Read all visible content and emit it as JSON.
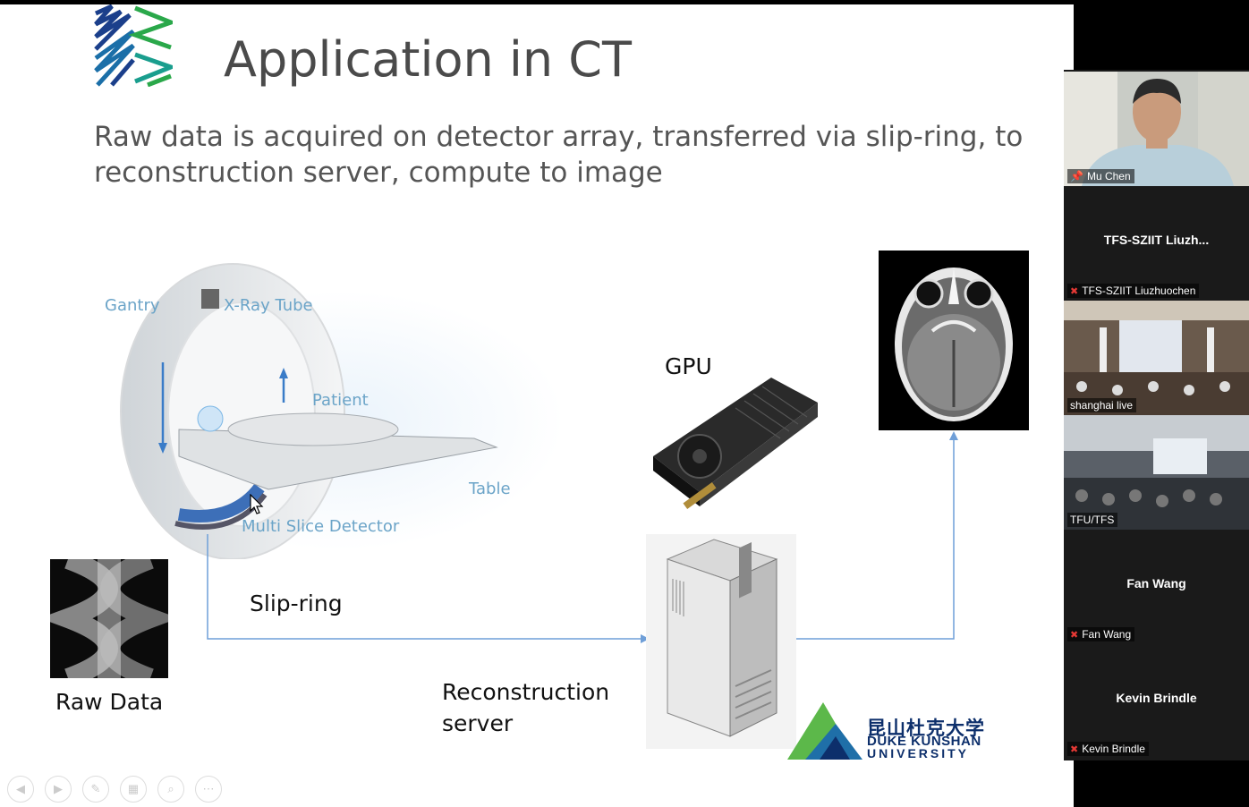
{
  "slide": {
    "title": "Application in CT",
    "subtitle": "Raw data is acquired on detector array, transferred via slip-ring, to reconstruction server, compute to image",
    "diagram": {
      "gantry": "Gantry",
      "xray_tube": "X-Ray Tube",
      "patient": "Patient",
      "table": "Table",
      "detector": "Multi Slice Detector",
      "slip_ring": "Slip-ring",
      "gpu": "GPU",
      "raw_data": "Raw Data",
      "recon_line1": "Reconstruction",
      "recon_line2": "server"
    },
    "logo": {
      "cn": "昆山杜克大学",
      "en1": "DUKE KUNSHAN",
      "en2": "UNIVERSITY"
    }
  },
  "participants": [
    {
      "name": "Mu Chen",
      "type": "video",
      "pinned": true,
      "active": true
    },
    {
      "name": "TFS-SZIIT Liuzhuochen",
      "display": "TFS-SZIIT  Liuzh...",
      "type": "name",
      "muted": true
    },
    {
      "name": "shanghai live",
      "type": "video"
    },
    {
      "name": "TFU/TFS",
      "type": "video"
    },
    {
      "name": "Fan Wang",
      "display": "Fan Wang",
      "type": "name",
      "muted": true
    },
    {
      "name": "Kevin Brindle",
      "display": "Kevin Brindle",
      "type": "name",
      "muted": true
    }
  ],
  "colors": {
    "flow_line": "#6f9fd8",
    "label_blue": "#6ba4c8",
    "active_speaker": "#8bc34a"
  }
}
